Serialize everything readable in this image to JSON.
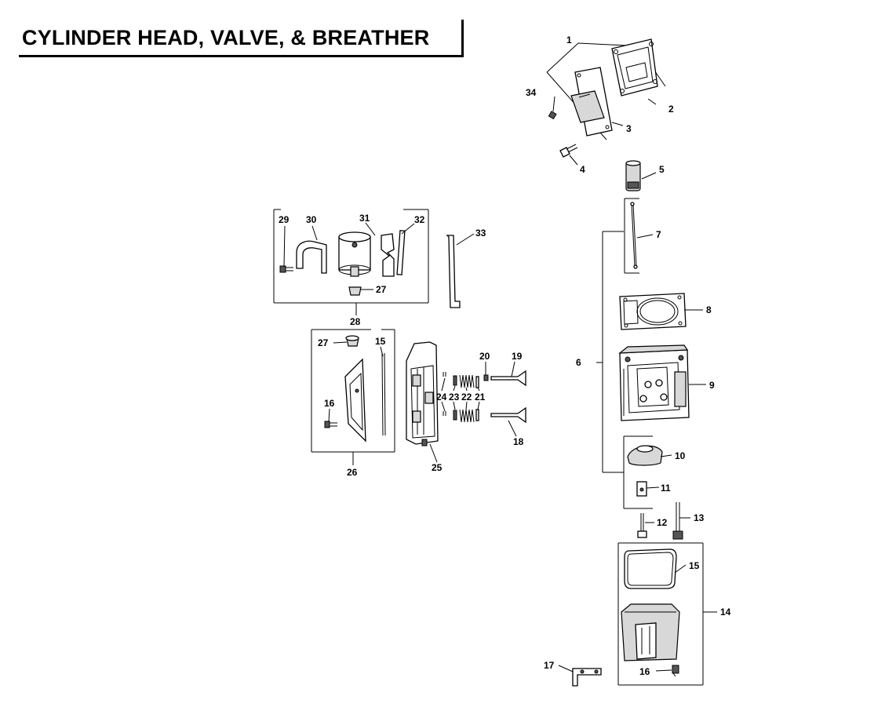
{
  "title": "CYLINDER HEAD, VALVE, & BREATHER",
  "callouts": {
    "c1": "1",
    "c2": "2",
    "c3": "3",
    "c4": "4",
    "c5": "5",
    "c6": "6",
    "c7": "7",
    "c8": "8",
    "c9": "9",
    "c10": "10",
    "c11": "11",
    "c12": "12",
    "c13": "13",
    "c14": "14",
    "c15a": "15",
    "c15b": "15",
    "c16a": "16",
    "c16b": "16",
    "c17": "17",
    "c18": "18",
    "c19": "19",
    "c20": "20",
    "c21": "21",
    "c22": "22",
    "c23": "23",
    "c24": "24",
    "c25": "25",
    "c26": "26",
    "c27a": "27",
    "c27b": "27",
    "c28": "28",
    "c29": "29",
    "c30": "30",
    "c31": "31",
    "c32": "32",
    "c33": "33",
    "c34": "34"
  }
}
